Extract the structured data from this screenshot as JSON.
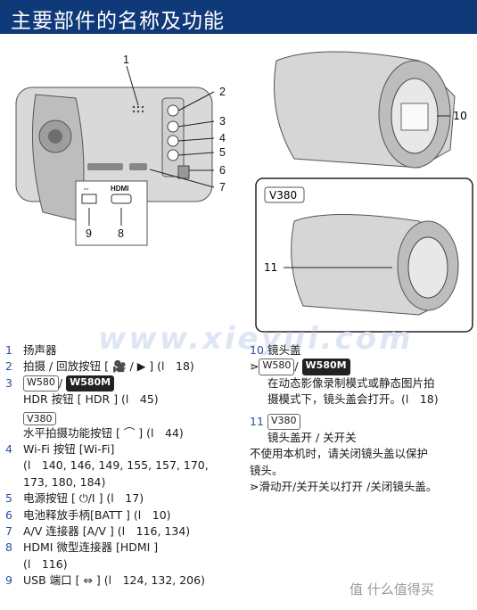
{
  "header": {
    "title": "主要部件的名称及功能"
  },
  "figure": {
    "callouts_left": [
      "1",
      "2",
      "3",
      "4",
      "5",
      "6",
      "7",
      "9",
      "8"
    ],
    "usb_label": "⇔",
    "hdmi_label": "HDMI",
    "callout_right": "10",
    "inset_model": "V380",
    "inset_callout": "11"
  },
  "watermark": "www.xieyui.com",
  "list_left": [
    {
      "num": "1",
      "text": "扬声器"
    },
    {
      "num": "2",
      "text": "拍摄 / 回放按钮 [ 🎥 / ▶ ] (l　18)"
    },
    {
      "num": "3",
      "text": ""
    },
    {
      "num": "",
      "text": "HDR 按钮 [ HDR ] (l　45)"
    },
    {
      "num": "",
      "text": "水平拍摄功能按钮 [ ⌒ ] (l　44)"
    },
    {
      "num": "4",
      "text": "Wi-Fi 按钮 [Wi-Fi]"
    },
    {
      "num": "",
      "text": "(l　140, 146, 149, 155, 157, 170,"
    },
    {
      "num": "",
      "text": "173, 180, 184)"
    },
    {
      "num": "5",
      "text": "电源按钮 [ ⏻/I ] (l　17)"
    },
    {
      "num": "6",
      "text": "电池释放手柄[BATT ] (l　10)"
    },
    {
      "num": "7",
      "text": "A/V 连接器 [A/V ] (l　116, 134)"
    },
    {
      "num": "8",
      "text": "HDMI 微型连接器 [HDMI ]"
    },
    {
      "num": "",
      "text": "(l　116)"
    },
    {
      "num": "9",
      "text": "USB 端口 [ ⇔ ] (l　124, 132, 206)"
    }
  ],
  "badges": {
    "w580": "W580",
    "w580m": "W580M",
    "v380": "V380"
  },
  "list_right": [
    {
      "num": "10",
      "text": "镜头盖"
    },
    {
      "num": "",
      "text": "在动态影像录制模式或静态图片拍"
    },
    {
      "num": "",
      "text": "摄模式下，镜头盖会打开。(l　18)"
    },
    {
      "num": "11",
      "text": ""
    },
    {
      "num": "",
      "text": "镜头盖开 / 关开关"
    },
    {
      "num": "",
      "text": "不使用本机时，请关闭镜头盖以保护"
    },
    {
      "num": "",
      "text": "镜头。"
    },
    {
      "num": "",
      "text": "⋗滑动开/关开关以打开 /关闭镜头盖。"
    }
  ],
  "brand": "值 什么值得买"
}
